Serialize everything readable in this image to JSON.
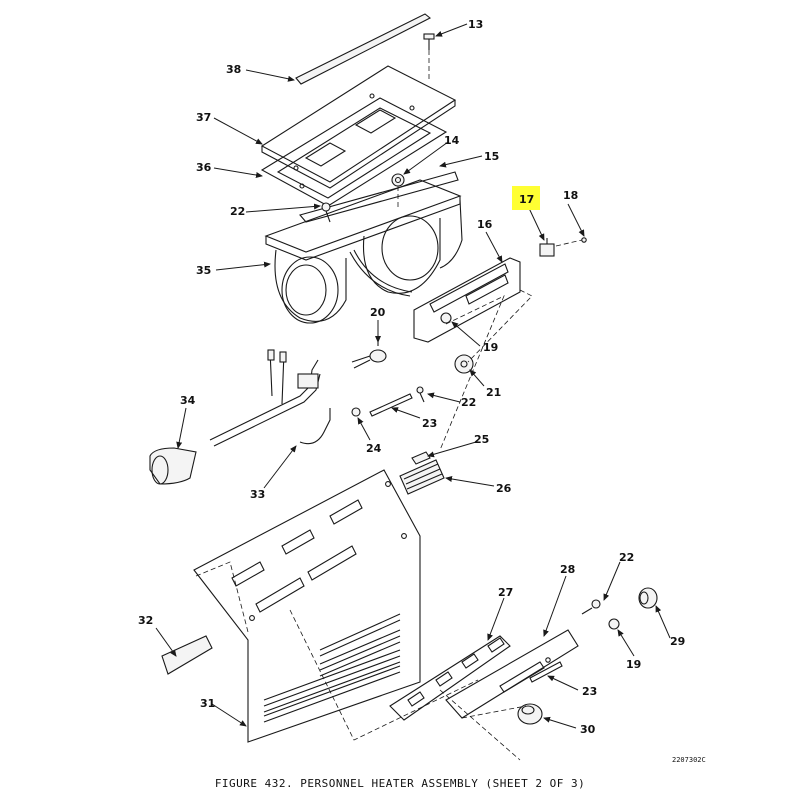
{
  "figure": {
    "caption": "FIGURE 432. PERSONNEL HEATER ASSEMBLY (SHEET 2 OF 3)",
    "drawing_number": "2207302C",
    "highlighted_callout": "17",
    "highlight_color": "#ffff33"
  },
  "callouts": {
    "c13": "13",
    "c38": "38",
    "c37": "37",
    "c14": "14",
    "c15": "15",
    "c36": "36",
    "c22a": "22",
    "c17": "17",
    "c18": "18",
    "c16": "16",
    "c35": "35",
    "c20": "20",
    "c19a": "19",
    "c21": "21",
    "c22b": "22",
    "c34": "34",
    "c23a": "23",
    "c24": "24",
    "c25": "25",
    "c33": "33",
    "c26": "26",
    "c22c": "22",
    "c28": "28",
    "c27": "27",
    "c32": "32",
    "c29": "29",
    "c19b": "19",
    "c23b": "23",
    "c31": "31",
    "c30": "30"
  }
}
